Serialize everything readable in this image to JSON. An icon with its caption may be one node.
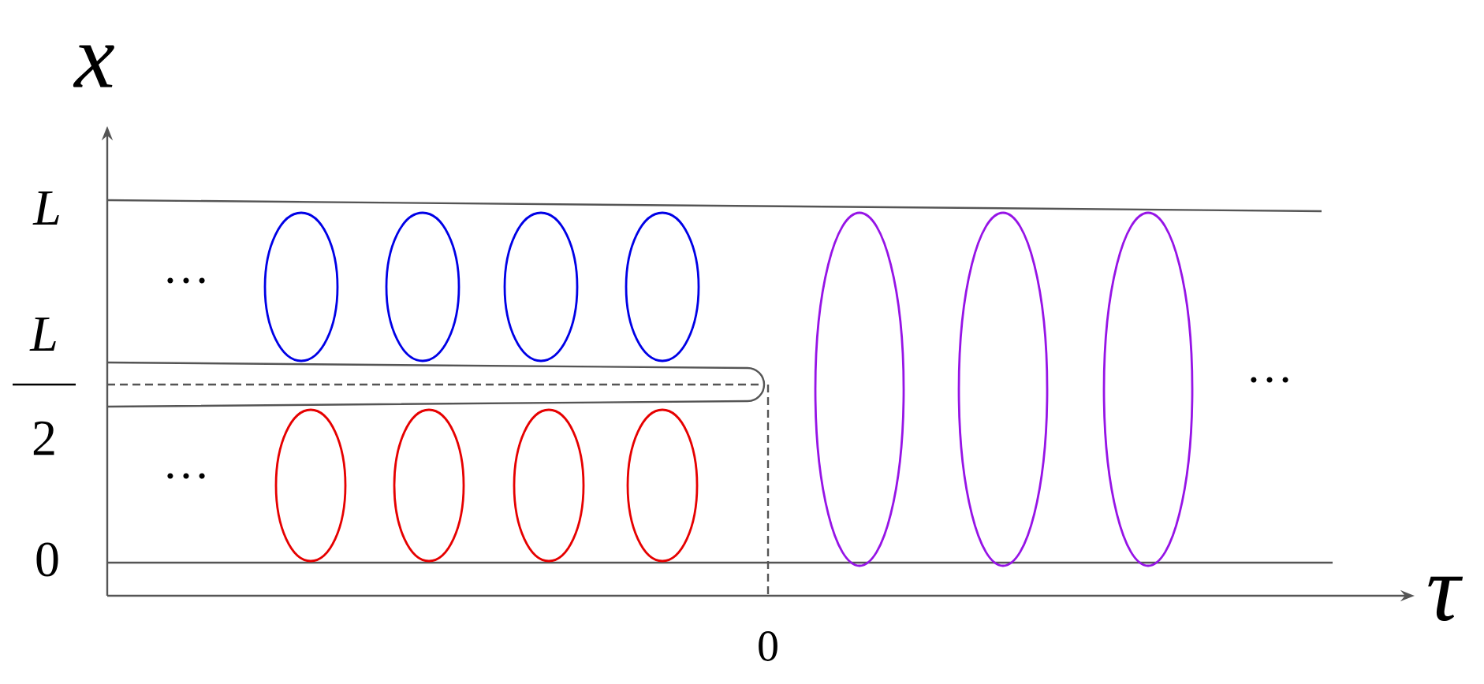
{
  "diagram": {
    "labels": [
      "x",
      "L",
      "L",
      "2",
      "0",
      "τ",
      "0",
      "…",
      "…",
      "…"
    ]
  }
}
